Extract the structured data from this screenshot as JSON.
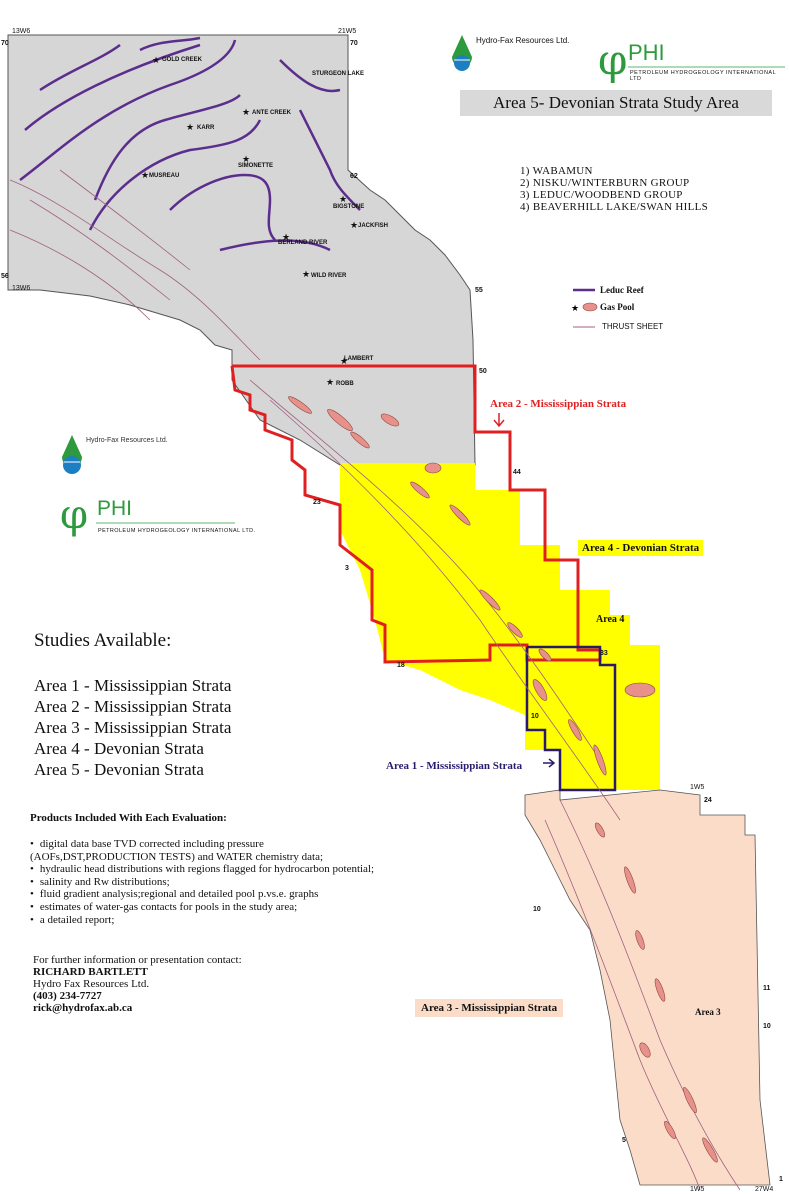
{
  "header": {
    "company_small": "Hydro-Fax Resources Ltd.",
    "phi_logo": "PHI",
    "phi_full": "PETROLEUM HYDROGEOLOGY INTERNATIONAL LTD",
    "study_title": "Area 5- Devonian Strata Study Area"
  },
  "strata_list": [
    "1) WABAMUN",
    "2) NISKU/WINTERBURN GROUP",
    "3) LEDUC/WOODBEND GROUP",
    "4) BEAVERHILL LAKE/SWAN HILLS"
  ],
  "legend": {
    "reef": "Leduc Reef",
    "gas": "Gas Pool",
    "thrust": "THRUST SHEET"
  },
  "map_labels": {
    "places": [
      "GOLD CREEK",
      "STURGEON LAKE",
      "ANTE CREEK",
      "KARR",
      "SIMONETTE",
      "MUSREAU",
      "BIGSTONE",
      "JACKFISH",
      "BERLAND RIVER",
      "WILD RIVER",
      "LAMBERT",
      "ROBB"
    ],
    "areas": {
      "area2": "Area 2 - Mississippian Strata",
      "area4": "Area 4 - Devonian Strata",
      "area4_short": "Area 4",
      "area1": "Area 1 - Mississippian Strata",
      "area3": "Area 3 - Mississippian Strata",
      "area3_short": "Area 3"
    },
    "grid": {
      "t70": "70",
      "r13w6_top": "13W6",
      "r21w5": "21W5",
      "t70r": "70",
      "t62": "62",
      "t56": "56",
      "r13w6_bot": "13W6",
      "t55": "55",
      "t50": "50",
      "t44": "44",
      "r23": "23",
      "r3": "3",
      "r18": "18",
      "t33": "33",
      "r10a": "10",
      "r1w5": "1W5",
      "t24": "24",
      "r10b": "10",
      "t11": "11",
      "t10": "10",
      "r5": "5",
      "r1w5b": "1W5",
      "t1": "1",
      "r27w4": "27W4"
    }
  },
  "logo_mid": {
    "company": "Hydro-Fax Resources Ltd.",
    "phi": "PHI",
    "phi_full": "PETROLEUM HYDROGEOLOGY INTERNATIONAL LTD."
  },
  "studies": {
    "title": "Studies Available:",
    "items": [
      "Area 1 - Mississippian Strata",
      "Area 2 - Mississippian Strata",
      "Area 3 - Mississippian Strata",
      "Area 4 - Devonian Strata",
      "Area 5 - Devonian Strata"
    ]
  },
  "products": {
    "heading": "Products Included With Each Evaluation:",
    "items": [
      "digital data base TVD corrected including pressure",
      "(AOFs,DST,PRODUCTION TESTS) and WATER chemistry data;",
      "hydraulic head distributions with regions flagged for hydrocarbon potential;",
      "salinity and Rw distributions;",
      "fluid gradient analysis;regional and detailed pool p.vs.e. graphs",
      "estimates of water-gas contacts for pools in the study area;",
      "a detailed report;"
    ]
  },
  "contact": {
    "intro": "For further information or presentation contact:",
    "name": "RICHARD BARTLETT",
    "company": "Hydro Fax Resources Ltd.",
    "phone": "(403) 234-7727",
    "email": "rick@hydrofax.ab.ca"
  },
  "colors": {
    "gray_area": "#d6d6d6",
    "yellow_area": "#ffff00",
    "peach_area": "#fbdcc8",
    "red_outline": "#e02020",
    "navy_outline": "#2a1a6e",
    "reef_purple": "#5b2d8c",
    "gas_pink": "#e8908a",
    "phi_green": "#2e9a3e"
  },
  "icons": [
    "hydrofax-drop-logo",
    "phi-logo",
    "gas-pool-icon",
    "well-star-icon",
    "arrow-icon"
  ]
}
